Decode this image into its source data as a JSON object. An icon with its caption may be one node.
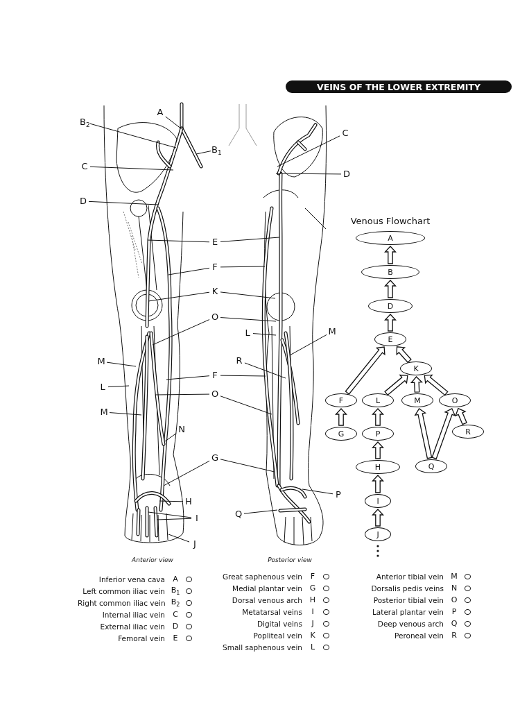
{
  "diagram": {
    "title": "VEINS OF THE LOWER EXTREMITY",
    "nodes": [
      {
        "text": [
          "A"
        ]
      },
      {
        "text": [
          "B"
        ]
      },
      {
        "text": [
          "D"
        ]
      },
      {
        "text": [
          "E"
        ]
      },
      {
        "text": [
          "K"
        ]
      },
      {
        "text": [
          "F"
        ]
      },
      {
        "text": [
          "L"
        ]
      },
      {
        "text": [
          "M"
        ]
      },
      {
        "text": [
          "O"
        ]
      },
      {
        "text": [
          "G"
        ]
      },
      {
        "text": [
          "P"
        ]
      },
      {
        "text": [
          "R"
        ]
      },
      {
        "text": [
          "H"
        ]
      },
      {
        "text": [
          "Q"
        ]
      },
      {
        "text": [
          "I"
        ]
      },
      {
        "text": [
          "J"
        ]
      },
      {
        "text": [
          "A"
        ]
      },
      {
        "text": [
          "B$_{2}$"
        ]
      },
      {
        "text": [
          "B$_{1}$"
        ]
      },
      {
        "text": [
          "C"
        ]
      },
      {
        "text": [
          "C"
        ]
      },
      {
        "text": [
          "D"
        ]
      },
      {
        "text": [
          "D"
        ]
      },
      {
        "text": [
          "E"
        ]
      },
      {
        "text": [
          "F"
        ]
      },
      {
        "text": [
          "K"
        ]
      },
      {
        "text": [
          "O"
        ]
      },
      {
        "text": [
          "L"
        ]
      },
      {
        "text": [
          "M"
        ]
      },
      {
        "text": [
          "M"
        ]
      },
      {
        "text": [
          "R"
        ]
      },
      {
        "text": [
          "L"
        ]
      },
      {
        "text": [
          "F"
        ]
      },
      {
        "text": [
          "O"
        ]
      },
      {
        "text": [
          "M"
        ]
      },
      {
        "text": [
          "N"
        ]
      },
      {
        "text": [
          "G"
        ]
      },
      {
        "text": [
          "P"
        ]
      },
      {
        "text": [
          "H"
        ]
      },
      {
        "text": [
          "I"
        ]
      },
      {
        "text": [
          "Q"
        ]
      },
      {
        "text": [
          "J"
        ]
      }
    ],
    "edges": [
      {
        "from": 1,
        "to": 0,
        "arrow": "to"
      },
      {
        "from": 2,
        "to": 1,
        "arrow": "to"
      },
      {
        "from": 3,
        "to": 2,
        "arrow": "to"
      },
      {
        "from": 5,
        "to": 3,
        "arrow": "to"
      },
      {
        "from": 4,
        "to": 3,
        "arrow": "to"
      },
      {
        "from": 6,
        "to": 4,
        "arrow": "to"
      },
      {
        "from": 7,
        "to": 4,
        "arrow": "to"
      },
      {
        "from": 8,
        "to": 4,
        "arrow": "to"
      },
      {
        "from": 9,
        "to": 5,
        "arrow": "to"
      },
      {
        "from": 10,
        "to": 6,
        "arrow": "to"
      },
      {
        "from": 11,
        "to": 8,
        "arrow": "to"
      },
      {
        "from": 12,
        "to": 10,
        "arrow": "to"
      },
      {
        "from": 13,
        "to": 7,
        "arrow": "to"
      },
      {
        "from": 13,
        "to": 8,
        "arrow": "to"
      },
      {
        "from": 14,
        "to": 12,
        "arrow": "to"
      },
      {
        "from": 15,
        "to": 14,
        "arrow": "to"
      },
      {
        "from": 16,
        "to": null,
        "arrow": "none"
      },
      {
        "from": 17,
        "to": null,
        "arrow": "none"
      },
      {
        "from": 18,
        "to": null,
        "arrow": "none"
      },
      {
        "from": 19,
        "to": null,
        "arrow": "none"
      },
      {
        "from": 20,
        "to": null,
        "arrow": "none"
      },
      {
        "from": 21,
        "to": null,
        "arrow": "none"
      },
      {
        "from": 22,
        "to": null,
        "arrow": "none"
      },
      {
        "from": 23,
        "to": null,
        "arrow": "none"
      },
      {
        "from": 23,
        "to": null,
        "arrow": "none"
      },
      {
        "from": 24,
        "to": null,
        "arrow": "none"
      },
      {
        "from": 24,
        "to": null,
        "arrow": "none"
      },
      {
        "from": 25,
        "to": null,
        "arrow": "none"
      },
      {
        "from": 25,
        "to": null,
        "arrow": "none"
      },
      {
        "from": 26,
        "to": null,
        "arrow": "none"
      },
      {
        "from": 26,
        "to": null,
        "arrow": "none"
      },
      {
        "from": 27,
        "to": null,
        "arrow": "none"
      },
      {
        "from": 28,
        "to": null,
        "arrow": "none"
      },
      {
        "from": 29,
        "to": null,
        "arrow": "none"
      },
      {
        "from": 30,
        "to": null,
        "arrow": "none"
      },
      {
        "from": 31,
        "to": null,
        "arrow": "none"
      },
      {
        "from": 32,
        "to": null,
        "arrow": "none"
      },
      {
        "from": 32,
        "to": null,
        "arrow": "none"
      },
      {
        "from": 33,
        "to": null,
        "arrow": "none"
      },
      {
        "from": 33,
        "to": null,
        "arrow": "none"
      },
      {
        "from": 34,
        "to": null,
        "arrow": "none"
      },
      {
        "from": 35,
        "to": null,
        "arrow": "none"
      },
      {
        "from": 36,
        "to": null,
        "arrow": "none"
      },
      {
        "from": 36,
        "to": null,
        "arrow": "none"
      },
      {
        "from": 37,
        "to": null,
        "arrow": "none"
      },
      {
        "from": 38,
        "to": null,
        "arrow": "none"
      },
      {
        "from": 39,
        "to": null,
        "arrow": "none"
      },
      {
        "from": 39,
        "to": null,
        "arrow": "none"
      },
      {
        "from": 40,
        "to": null,
        "arrow": "none"
      },
      {
        "from": 41,
        "to": null,
        "arrow": "none"
      }
    ],
    "labels": [
      "Venous Flowchart",
      "Anterior view",
      "Posterior view",
      "Inferior vena cava",
      "A",
      "Left common iliac vein",
      "B$_{1}$",
      "Right common iliac vein",
      "B$_{2}$",
      "Internal iliac vein",
      "C",
      "External iliac vein",
      "D",
      "Femoral vein",
      "E",
      "Great saphenous vein",
      "F",
      "Medial plantar vein",
      "G",
      "Dorsal venous arch",
      "H",
      "Metatarsal veins",
      "I",
      "Digital veins",
      "J",
      "Popliteal vein",
      "K",
      "Small saphenous vein",
      "L",
      "Anterior tibial vein",
      "M",
      "Dorsalis pedis veins",
      "N",
      "Posterior tibial vein",
      "O",
      "Lateral plantar vein",
      "P",
      "Deep venous arch",
      "Q",
      "Peroneal vein",
      "R"
    ]
  }
}
